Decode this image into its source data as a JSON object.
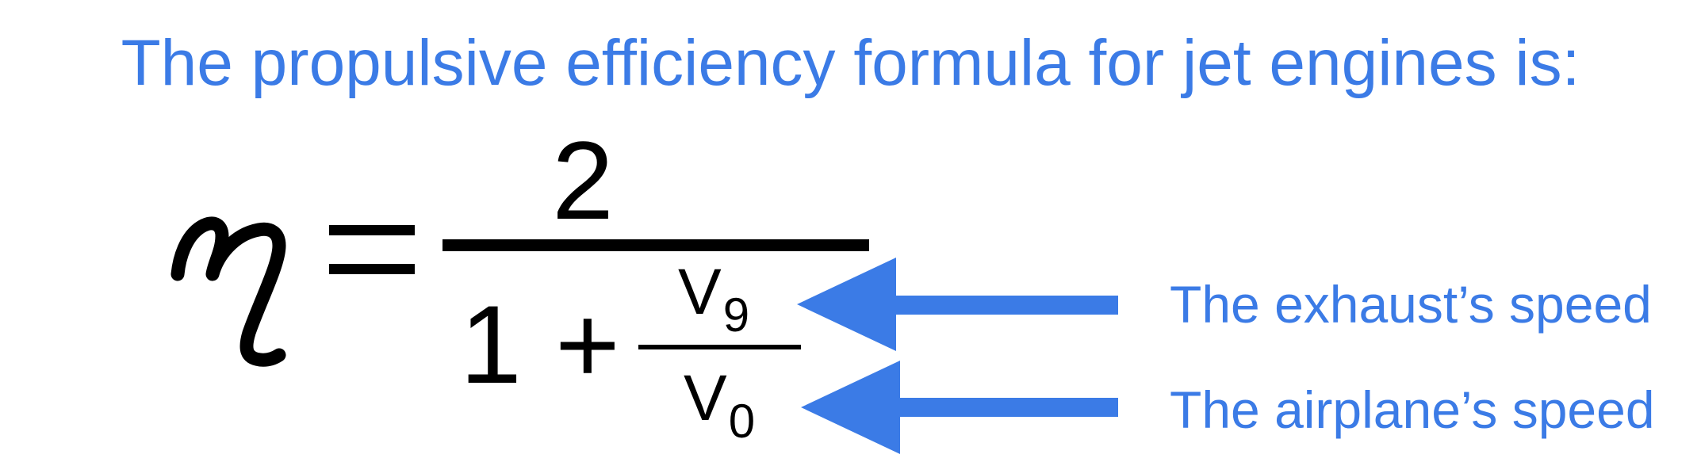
{
  "heading": "The propulsive efficiency formula for jet engines is:",
  "formula": {
    "lhs_symbol": "η",
    "equals": "=",
    "numerator": "2",
    "denominator_one": "1",
    "denominator_plus": "+",
    "ratio_numerator": {
      "base": "V",
      "subscript": "9"
    },
    "ratio_denominator": {
      "base": "V",
      "subscript": "0"
    }
  },
  "annotations": {
    "exhaust_label": "The exhaust’s speed",
    "airplane_label": "The airplane’s speed"
  },
  "colors": {
    "accent": "#3b7be6",
    "formula": "#000000",
    "background": "#ffffff"
  }
}
